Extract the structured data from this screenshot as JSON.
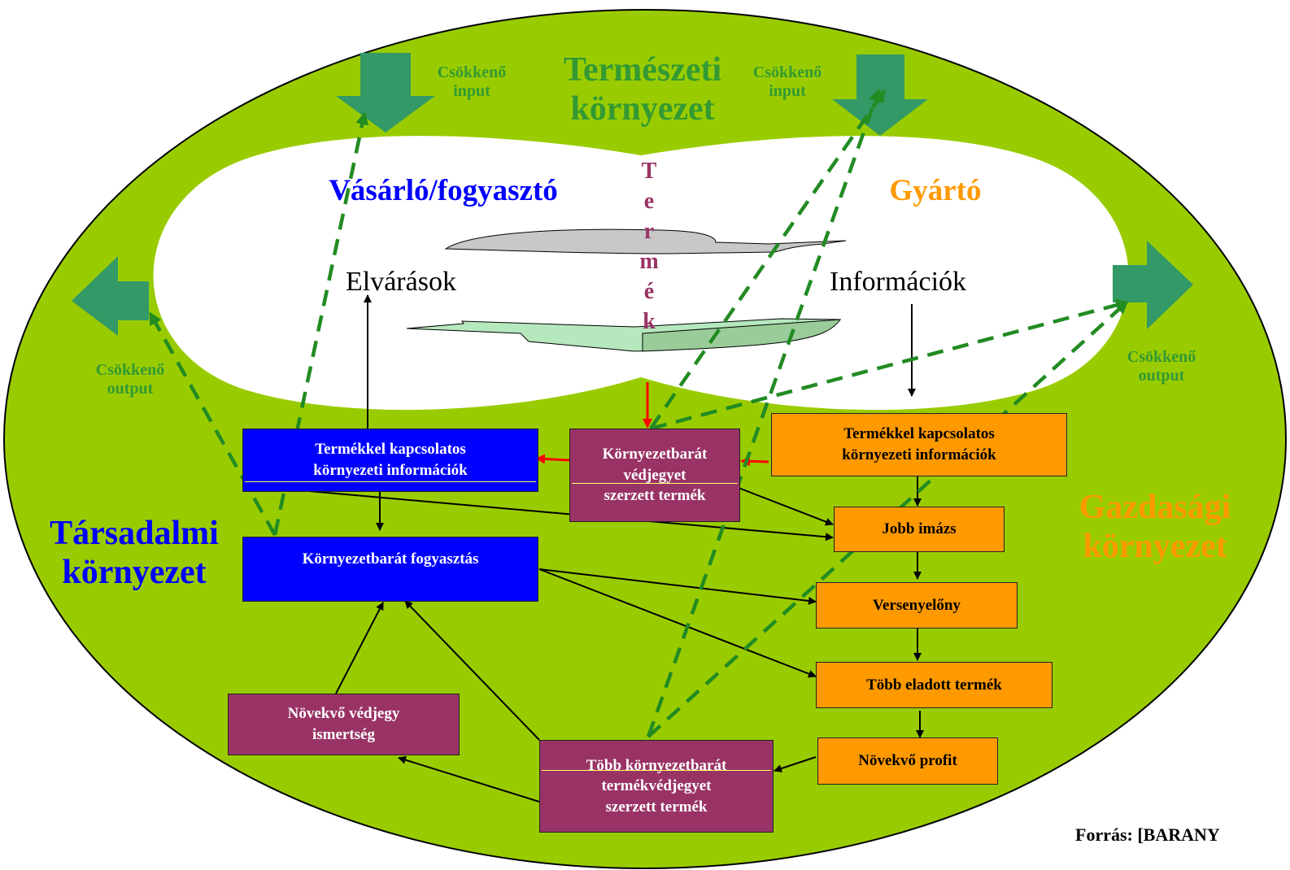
{
  "colors": {
    "outer_green": "#99cc00",
    "arrow_green": "#339966",
    "dashed_green": "#228b22",
    "blue": "#0000ff",
    "maroon": "#993366",
    "orange": "#ff9900",
    "red": "#ff0000"
  },
  "regions": {
    "natural": "Természeti\nkörnyezet",
    "social": "Társadalmi\nkörnyezet",
    "economic": "Gazdasági\nkörnyezet"
  },
  "actors": {
    "consumer": "Vásárló/fogyasztó",
    "producer": "Gyártó"
  },
  "product_letters": [
    "T",
    "e",
    "r",
    "m",
    "é",
    "k"
  ],
  "cycle": {
    "expectations": "Elvárások",
    "information": "Információk"
  },
  "flow_labels": {
    "input_left": "Csökkenő\ninput",
    "input_right": "Csökkenő\ninput",
    "output_left": "Csökkenő\noutput",
    "output_right": "Csökkenő\noutput"
  },
  "boxes": {
    "consumer_info": "Termékkel kapcsolatos\nkörnyezeti információk",
    "green_consumption": "Környezetbarát fogyasztás",
    "ecolabel_product": "Környezetbarát\nvédjegyet\nszerzett termék",
    "producer_info": "Termékkel kapcsolatos\nkörnyezeti információk",
    "better_image": "Jobb imázs",
    "competitive_advantage": "Versenyelőny",
    "more_sold": "Több eladott termék",
    "growing_profit": "Növekvő profit",
    "growing_awareness": "Növekvő védjegy\nismertség",
    "more_ecolabel_products": "Több környezetbarát\ntermékvédjegyet\nszerzett termék"
  },
  "source": "Forrás: [BARANY"
}
